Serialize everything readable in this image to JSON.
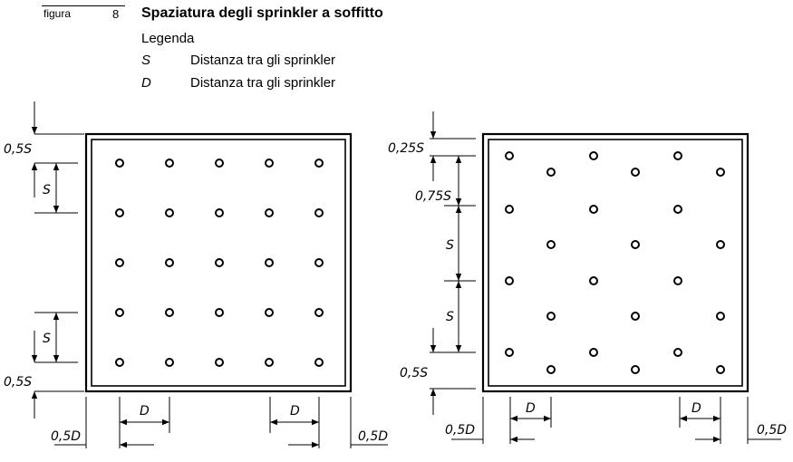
{
  "figure": {
    "label": "figura",
    "number": "8",
    "title": "Spaziatura degli sprinkler a soffitto"
  },
  "legend": {
    "title": "Legenda",
    "items": [
      {
        "symbol": "S",
        "text": "Distanza tra gli sprinkler"
      },
      {
        "symbol": "D",
        "text": "Distanza tra gli sprinkler"
      }
    ]
  },
  "diagram": {
    "left": {
      "dims_vertical": [
        "0,5S",
        "S",
        "S",
        "0,5S"
      ],
      "dims_horizontal": [
        "D",
        "D",
        "0,5D",
        "0,5D"
      ]
    },
    "right": {
      "dims_vertical": [
        "0,25S",
        "0,75S",
        "S",
        "S",
        "0,5S"
      ],
      "dims_horizontal": [
        "D",
        "D",
        "0,5D",
        "0,5D"
      ]
    }
  }
}
